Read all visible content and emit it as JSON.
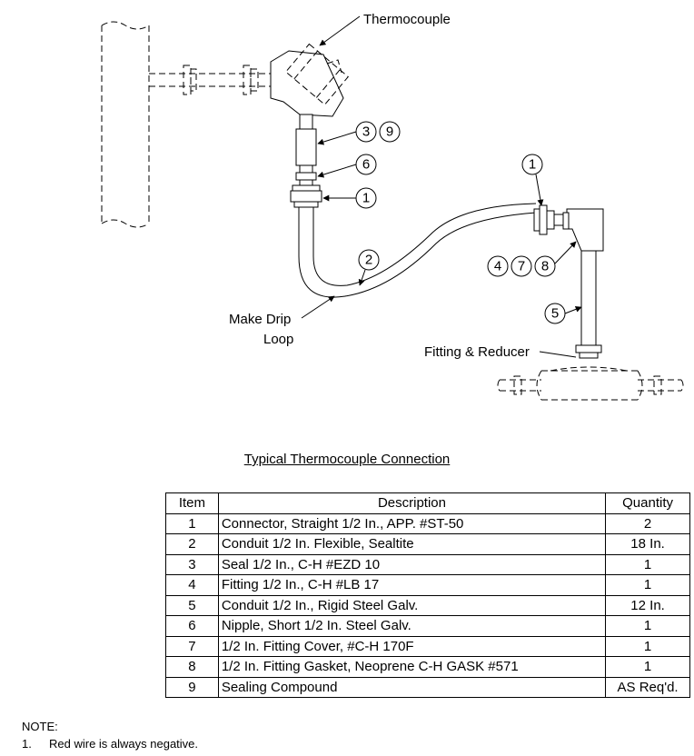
{
  "labels": {
    "thermocouple": "Thermocouple",
    "drip_line1": "Make Drip",
    "drip_line2": "Loop",
    "fitting": "Fitting & Reducer"
  },
  "callouts": {
    "c3": "3",
    "c9": "9",
    "c6": "6",
    "c1a": "1",
    "c1b": "1",
    "c2": "2",
    "c4": "4",
    "c7": "7",
    "c8": "8",
    "c5": "5"
  },
  "caption": "Typical Thermocouple Connection",
  "table": {
    "headers": [
      "Item",
      "Description",
      "Quantity"
    ],
    "rows": [
      [
        "1",
        "Connector, Straight 1/2 In., APP. #ST-50",
        "2"
      ],
      [
        "2",
        "Conduit 1/2 In. Flexible, Sealtite",
        "18 In."
      ],
      [
        "3",
        "Seal 1/2 In., C-H #EZD 10",
        "1"
      ],
      [
        "4",
        "Fitting 1/2 In., C-H #LB 17",
        "1"
      ],
      [
        "5",
        "Conduit 1/2 In., Rigid Steel Galv.",
        "12 In."
      ],
      [
        "6",
        "Nipple, Short 1/2 In. Steel Galv.",
        "1"
      ],
      [
        "7",
        "1/2 In. Fitting Cover, #C-H 170F",
        "1"
      ],
      [
        "8",
        "1/2 In. Fitting Gasket, Neoprene C-H GASK #571",
        "1"
      ],
      [
        "9",
        "Sealing Compound",
        "AS Req'd."
      ]
    ]
  },
  "note": {
    "heading": "NOTE:",
    "items": [
      {
        "num": "1.",
        "text": "Red wire is always negative."
      }
    ]
  }
}
